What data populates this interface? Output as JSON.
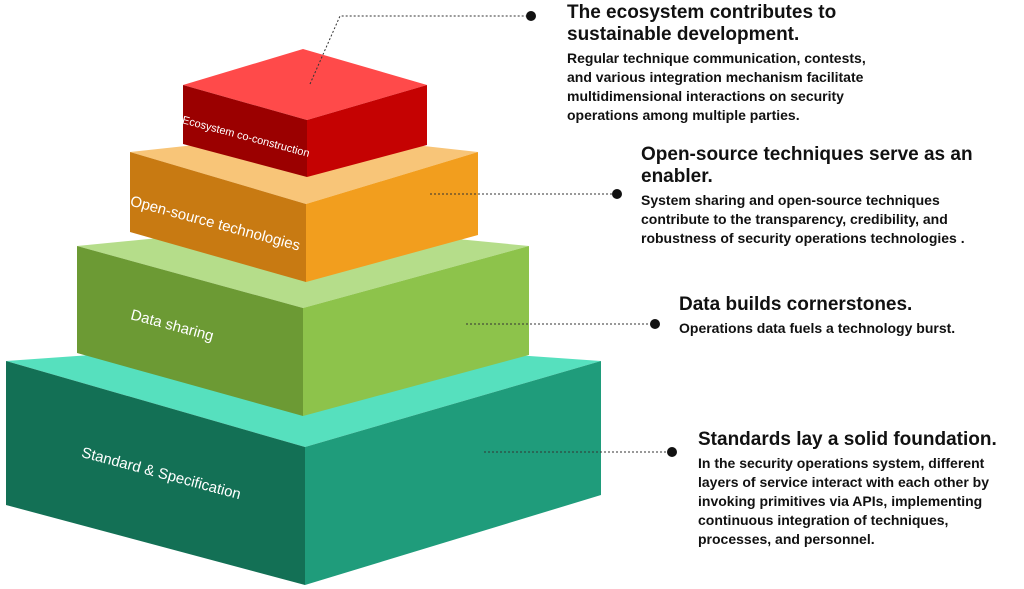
{
  "layers": [
    {
      "label": "Standard & Specification",
      "colors": {
        "top": "#56e0be",
        "front": "#1f9c7b",
        "side": "#137055"
      }
    },
    {
      "label": "Data sharing",
      "colors": {
        "top": "#b5dd8a",
        "front": "#8dc34b",
        "side": "#6c9a34"
      }
    },
    {
      "label": "Open-source technologies",
      "colors": {
        "top": "#f8c578",
        "front": "#f29e1e",
        "side": "#c87a12"
      }
    },
    {
      "label": "Ecosystem co-construction",
      "colors": {
        "top": "#ff4a4a",
        "front": "#c50202",
        "side": "#9b0000"
      }
    }
  ],
  "callouts": [
    {
      "title": "The ecosystem contributes to sustainable development.",
      "description": "Regular technique communication, contests, and various integration mechanism facilitate multidimensional interactions on security operations among multiple parties."
    },
    {
      "title": "Open-source techniques serve as an enabler.",
      "description": "System sharing and open-source techniques contribute to the transparency, credibility, and robustness of security operations technologies ."
    },
    {
      "title": "Data builds cornerstones.",
      "description": "Operations data fuels a technology burst."
    },
    {
      "title": "Standards lay a solid foundation.",
      "description": "In the security operations system, different layers of service interact with each other by invoking primitives via APIs, implementing continuous integration of techniques, processes, and personnel."
    }
  ]
}
